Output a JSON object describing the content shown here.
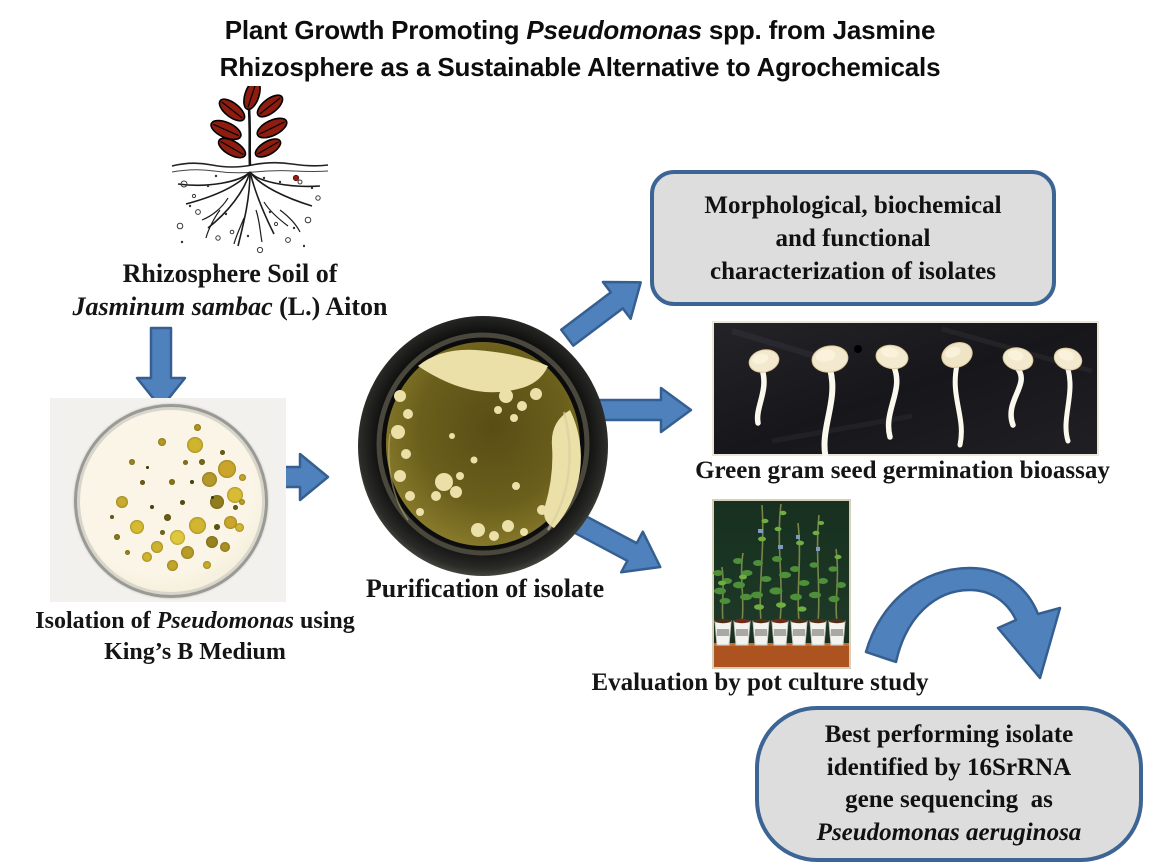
{
  "title": {
    "line1_pre": "Plant Growth Promoting ",
    "line1_italic": "Pseudomonas",
    "line1_post": " spp. from Jasmine",
    "line2": "Rhizosphere as a Sustainable Alternative to Agrochemicals"
  },
  "rhizosphere": {
    "line1": "Rhizosphere Soil of",
    "line2_italic": "Jasminum sambac",
    "line2_post": " (L.) Aiton"
  },
  "isolation": {
    "line1_pre": "Isolation of ",
    "line1_italic": "Pseudomonas",
    "line1_post": " using",
    "line2": "King’s B Medium"
  },
  "purification": {
    "label": "Purification of isolate"
  },
  "characterization_box": {
    "line1": "Morphological, biochemical",
    "line2": "and functional",
    "line3": "characterization of isolates"
  },
  "germination": {
    "caption": "Green gram seed germination bioassay"
  },
  "pot_culture": {
    "caption": "Evaluation by pot culture study"
  },
  "result_box": {
    "line1": "Best performing isolate",
    "line2": "identified by 16SrRNA",
    "line3": "gene sequencing  as",
    "line4_italic": "Pseudomonas aeruginosa"
  },
  "icons": {
    "arrows": [
      "arrow-down",
      "arrow-right-1",
      "arrow-up-right",
      "arrow-right-2",
      "arrow-down-right",
      "curved-arrow"
    ]
  },
  "colors": {
    "arrow_fill": "#4f81bd",
    "arrow_stroke": "#365f91",
    "box_fill": "#dddddd",
    "box_border": "#3c6595",
    "leaf_red": "#8e1d10",
    "agar_cream": "#f8f3e2",
    "agar_olive": "#6e6320",
    "colony_yellow": "#d6b82e"
  }
}
